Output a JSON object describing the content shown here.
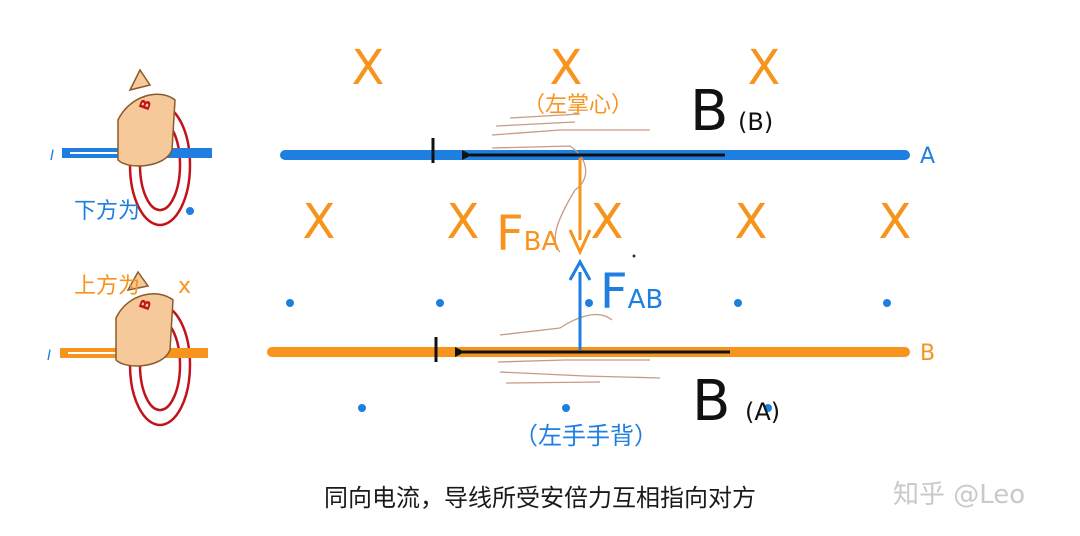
{
  "colors": {
    "wire_a": "#1e7fe0",
    "wire_b": "#f7941d",
    "cross": "#f7941d",
    "dot": "#1e7fe0",
    "force_ba": "#f7941d",
    "force_ab": "#1e7fe0",
    "current_arrow": "#111111",
    "coil": "#c0141a",
    "text_dark": "#111111",
    "watermark": "#c9c9c9"
  },
  "wires": {
    "a_label": "A",
    "b_label": "B"
  },
  "hand_left": {
    "current_label_top": "I",
    "current_label_bottom": "I",
    "field_label_top": "B",
    "field_label_bottom": "B",
    "icon": "right-hand-grip-icon"
  },
  "side_labels": {
    "below_is": "下方为",
    "above_is": "上方为",
    "x_mark": "x"
  },
  "field_labels": {
    "top_big": "B",
    "top_paren": "(B)",
    "bottom_big": "B",
    "bottom_paren": "(A)"
  },
  "palm_labels": {
    "top": "（左掌心）",
    "bottom": "（左手手背）"
  },
  "forces": {
    "ba_main": "F",
    "ba_sub": "BA",
    "ab_main": "F",
    "ab_sub": "AB"
  },
  "symbols": {
    "cross": "X"
  },
  "caption": "同向电流，导线所受安倍力互相指向对方",
  "watermark": "知乎 @Leo"
}
